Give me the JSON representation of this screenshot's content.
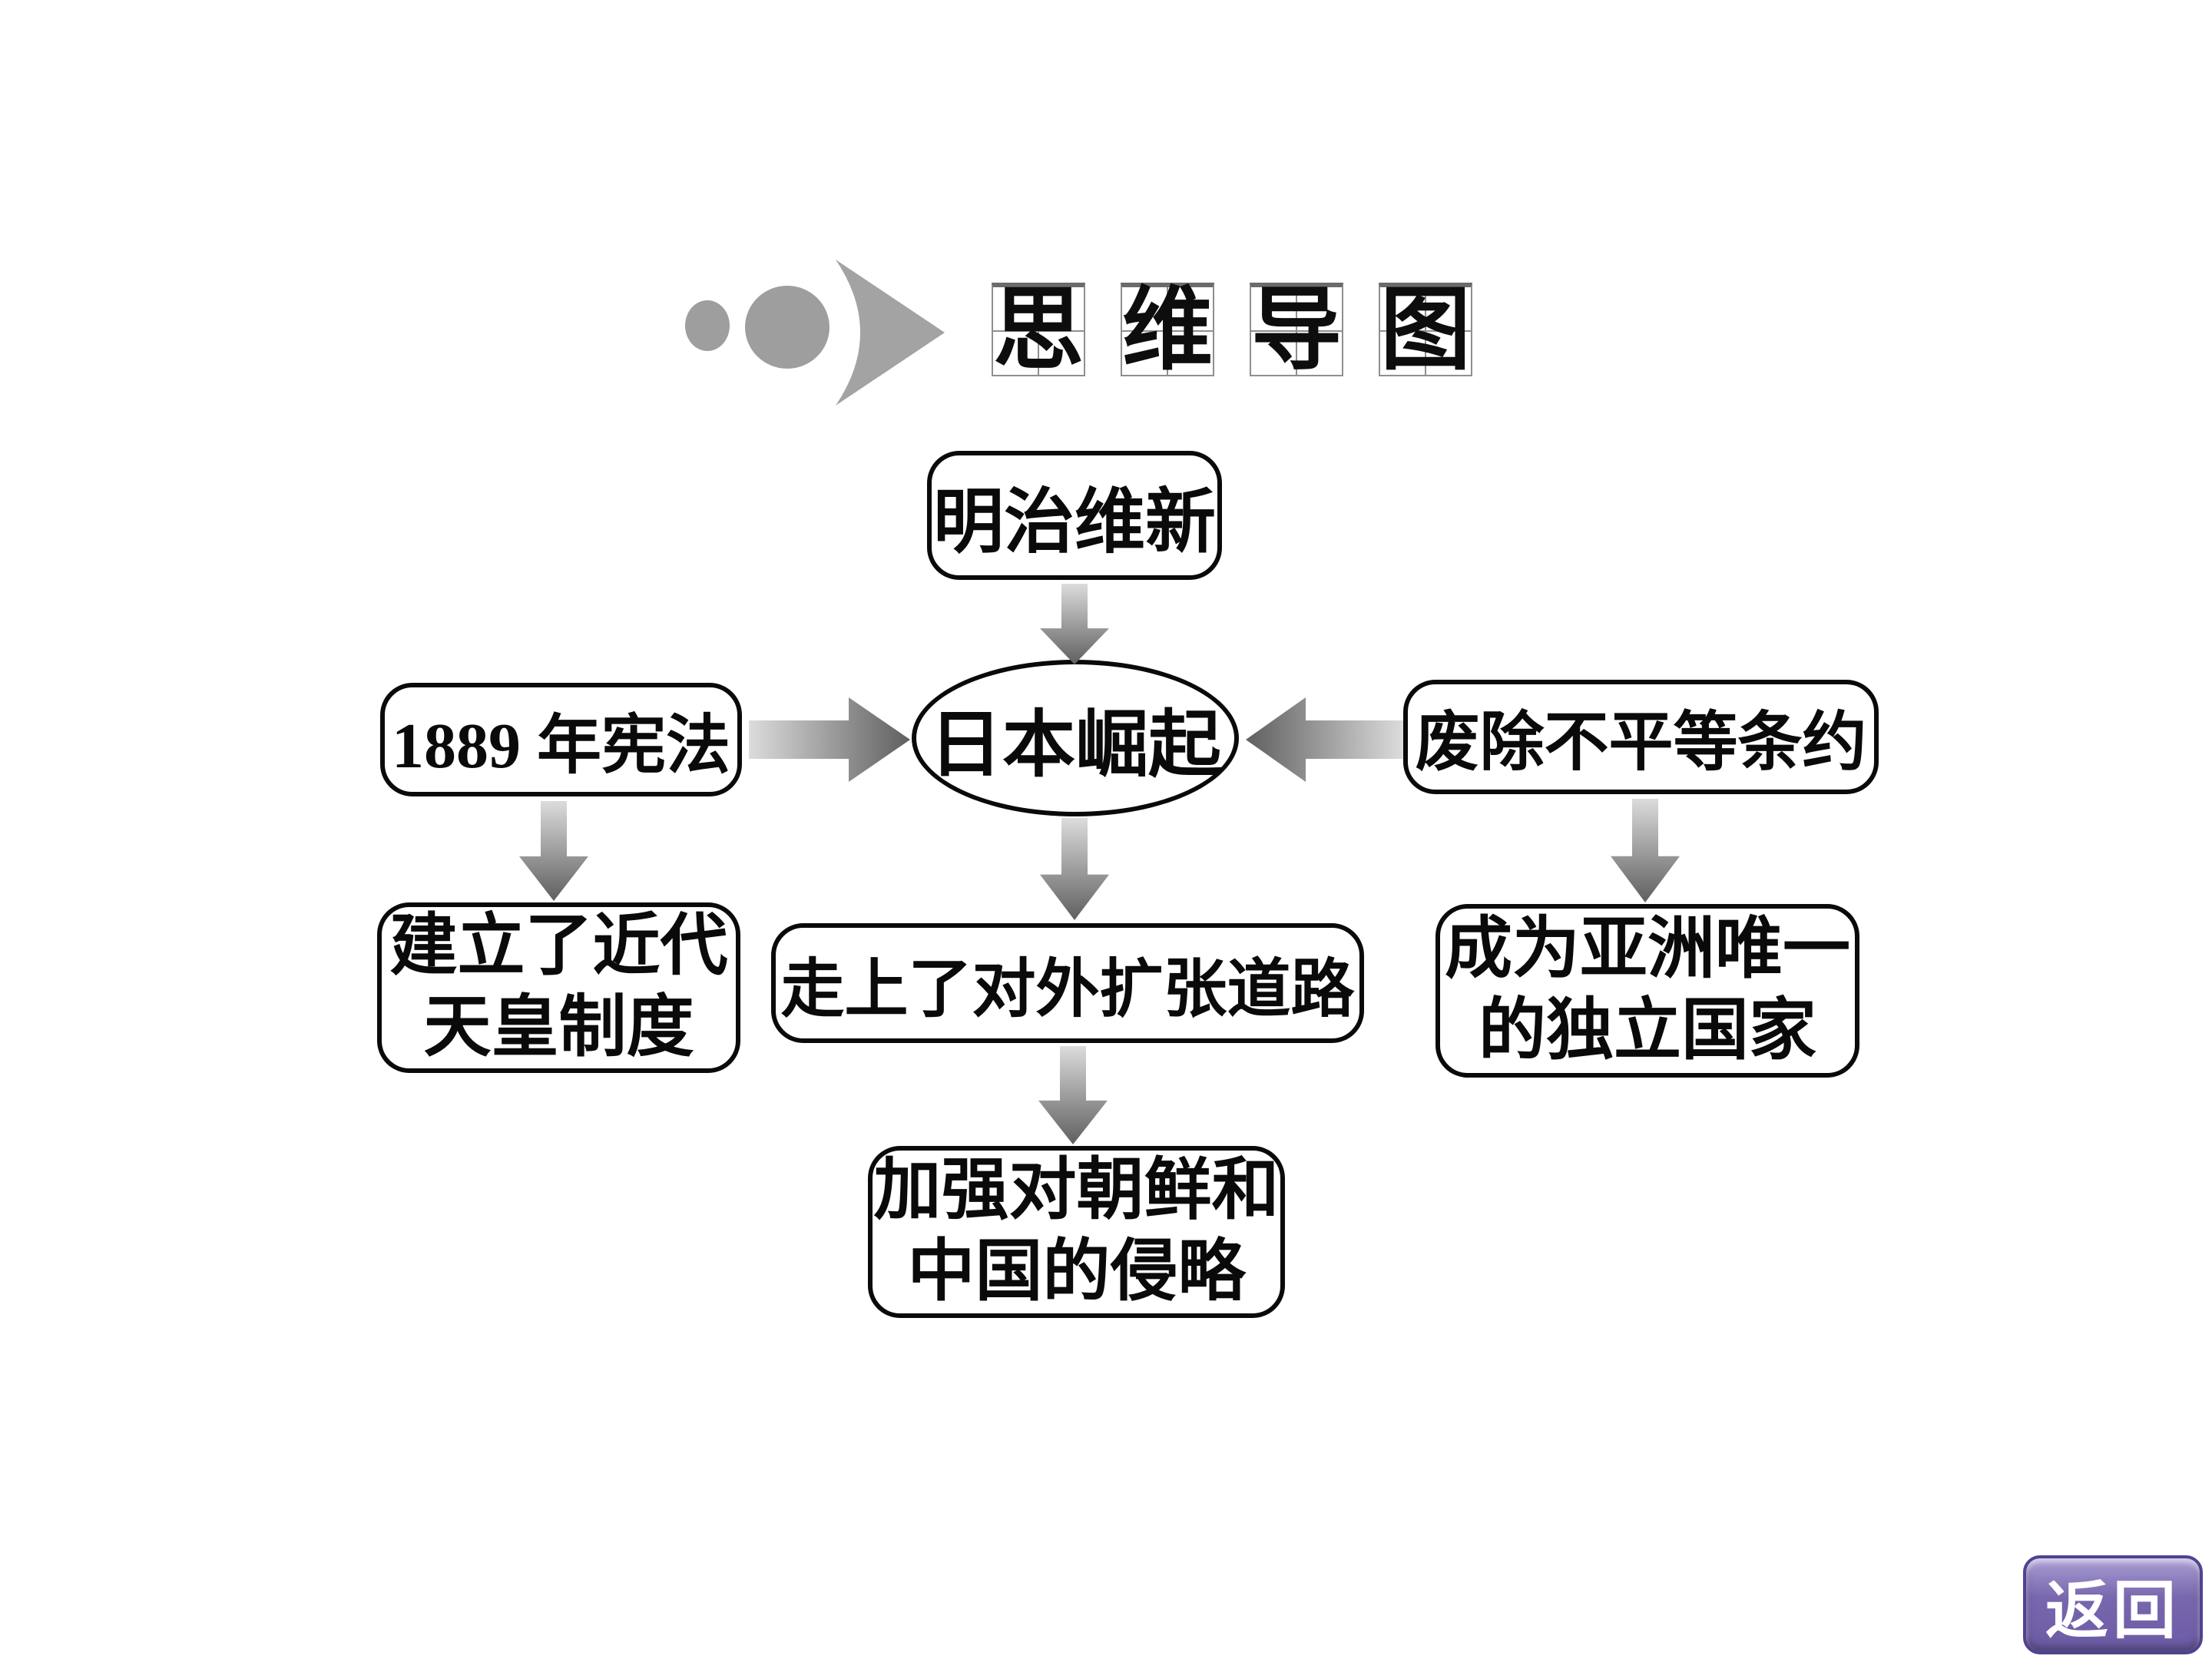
{
  "slide": {
    "title": {
      "characters": [
        "思",
        "维",
        "导",
        "图"
      ]
    },
    "diagram": {
      "nodes": {
        "meiji": {
          "label": "明治维新"
        },
        "rise": {
          "label": "日本崛起"
        },
        "constitution": {
          "label": "1889 年宪法"
        },
        "treaties": {
          "label": "废除不平等条约"
        },
        "emperor": {
          "line1": "建立了近代",
          "line2": "天皇制度"
        },
        "expansion": {
          "label": "走上了对外扩张道路"
        },
        "independent": {
          "line1": "成为亚洲唯一",
          "line2": "的独立国家"
        },
        "aggression": {
          "line1": "加强对朝鲜和",
          "line2": "中国的侵略"
        }
      }
    },
    "return_button": {
      "label": "返回"
    },
    "colors": {
      "arrow_light": "#dcdcdc",
      "arrow_dark": "#5f5f5f",
      "button_purple": "#7867ae",
      "button_purple_light": "#a99ed3",
      "button_purple_deep": "#6c5ba5",
      "button_border": "#4f4391",
      "deco_gray": "#9e9e9e"
    }
  }
}
